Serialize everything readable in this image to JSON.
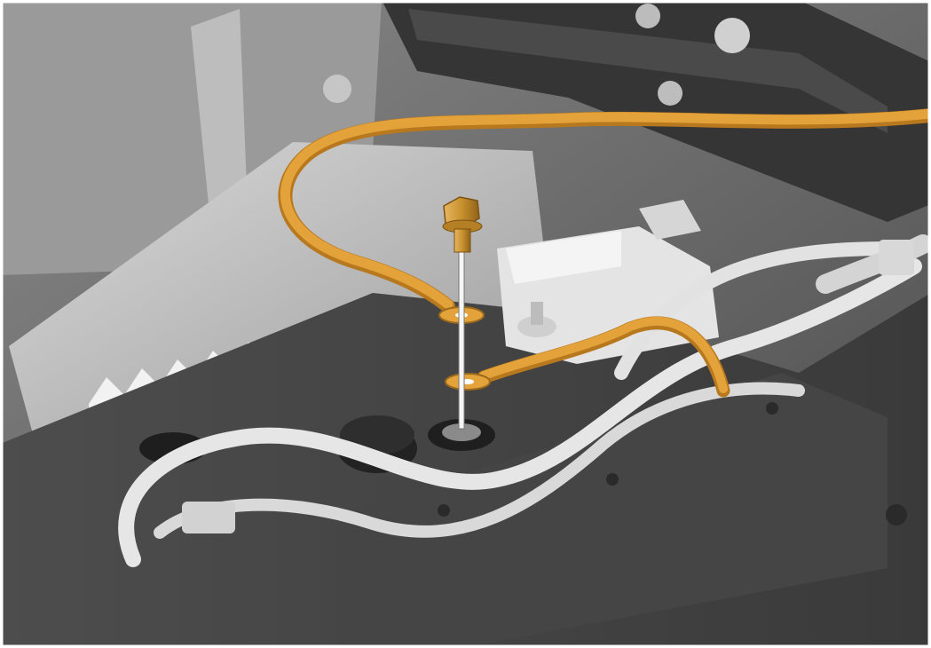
{
  "illustration": {
    "subject": "battery-tray-ground-cable-bolt-installation",
    "colors": {
      "background": "#ffffff",
      "dark_frame": "#3a3a3a",
      "mid_gray": "#6e6e6e",
      "light_gray": "#c8c8c8",
      "harness_white": "#e6e6e6",
      "cable_orange": "#e3a33a",
      "cable_orange_dark": "#b8781e",
      "bolt_gold": "#c8912f"
    },
    "highlighted_parts": [
      "ground-cable-upper",
      "ground-cable-lower",
      "bolt",
      "eyelet-upper",
      "eyelet-lower",
      "stud"
    ]
  }
}
